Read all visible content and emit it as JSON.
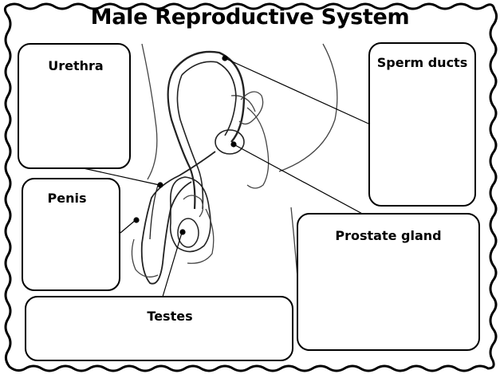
{
  "worksheet": {
    "title": "Male Reproductive System",
    "labels": {
      "urethra": "Urethra",
      "sperm_ducts": "Sperm ducts",
      "penis": "Penis",
      "prostate_gland": "Prostate gland",
      "testes": "Testes"
    }
  },
  "colors": {
    "ink": "#000000",
    "paper": "#ffffff",
    "sketch": "#555555"
  }
}
